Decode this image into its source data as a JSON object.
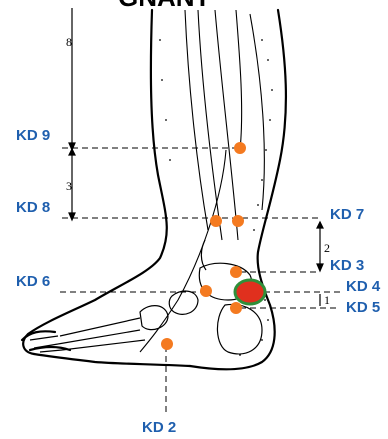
{
  "title_fragment": "GNANT",
  "colors": {
    "label": "#1f5fae",
    "point": "#f47a20",
    "highlight_fill": "#e0301e",
    "highlight_ring": "#2f8f3a",
    "line": "#000000"
  },
  "points": [
    {
      "id": "KD 9",
      "label": "KD 9"
    },
    {
      "id": "KD 8",
      "label": "KD 8"
    },
    {
      "id": "KD 7",
      "label": "KD 7"
    },
    {
      "id": "KD 6",
      "label": "KD 6"
    },
    {
      "id": "KD 3",
      "label": "KD 3"
    },
    {
      "id": "KD 4",
      "label": "KD 4"
    },
    {
      "id": "KD 5",
      "label": "KD 5"
    },
    {
      "id": "KD 2",
      "label": "KD 2"
    }
  ],
  "measurements": [
    {
      "id": "m8",
      "label": "8"
    },
    {
      "id": "m3",
      "label": "3"
    },
    {
      "id": "m2",
      "label": "2"
    },
    {
      "id": "m1",
      "label": "1"
    }
  ]
}
